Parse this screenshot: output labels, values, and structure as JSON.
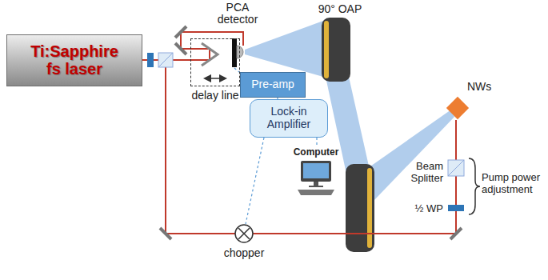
{
  "diagram": {
    "nodes": [
      {
        "text": [
          "Ti:Sapphire fs laser"
        ]
      },
      {
        "text": [
          "delay line"
        ]
      },
      {
        "text": [
          "Pre-amp"
        ]
      },
      {
        "text": [
          "Lock-in Amplifier"
        ]
      }
    ],
    "edges": [
      {
        "from": 2,
        "to": 3,
        "arrow": "none"
      }
    ],
    "labels": [
      "PCA detector",
      "90° OAP",
      "NWs",
      "Computer",
      "Beam Splitter",
      "½ WP",
      "Pump power adjustment",
      "chopper"
    ]
  }
}
